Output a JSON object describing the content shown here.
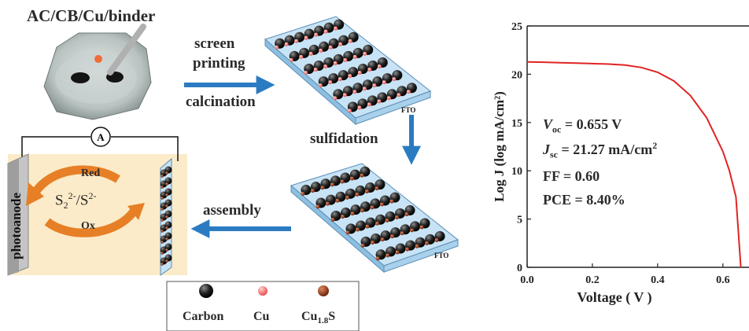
{
  "texts": {
    "top_label": "AC/CB/Cu/binder",
    "step1_line1": "screen",
    "step1_line2": "printing",
    "step1_line3": "calcination",
    "step2": "sulfidation",
    "step3": "assembly",
    "fto": "FTO",
    "photoanode": "photoanode",
    "ammeter": "A",
    "red": "Red",
    "ox": "Ox",
    "redox_S": "S",
    "redox_sub2": "2",
    "redox_sup2": "2-",
    "redox_slash": "/S",
    "redox_sup": "2-"
  },
  "legend": [
    {
      "label": "Carbon",
      "color": "#1a1a1a"
    },
    {
      "label": "Cu",
      "color": "#f07a78"
    },
    {
      "label": "Cu",
      "sub": "1.8",
      "tail": "S",
      "color": "#8a3418"
    }
  ],
  "metrics": [
    {
      "sym": "V",
      "sub": "oc",
      "text": " = 0.655 V"
    },
    {
      "sym": "J",
      "sub": "sc",
      "text": " = 21.27 mA/cm",
      "sup": "2"
    },
    {
      "text": "FF = 0.60"
    },
    {
      "text": "PCE = 8.40%"
    }
  ],
  "chart_data": {
    "type": "line",
    "xlabel": "Voltage ( V )",
    "ylabel": "Log J (log mA/cm²)",
    "xlim": [
      0.0,
      0.68
    ],
    "ylim": [
      0,
      25
    ],
    "x_ticks": [
      "0.0",
      "0.2",
      "0.4",
      "0.6"
    ],
    "y_ticks": [
      "0",
      "5",
      "10",
      "15",
      "20",
      "25"
    ],
    "series": [
      {
        "color": "#e02424",
        "points": [
          [
            0.0,
            21.27
          ],
          [
            0.05,
            21.25
          ],
          [
            0.1,
            21.2
          ],
          [
            0.15,
            21.15
          ],
          [
            0.2,
            21.1
          ],
          [
            0.25,
            21.05
          ],
          [
            0.3,
            20.95
          ],
          [
            0.35,
            20.7
          ],
          [
            0.4,
            20.2
          ],
          [
            0.45,
            19.3
          ],
          [
            0.5,
            17.8
          ],
          [
            0.55,
            15.5
          ],
          [
            0.6,
            12.0
          ],
          [
            0.62,
            10.0
          ],
          [
            0.64,
            7.3
          ],
          [
            0.655,
            0.0
          ]
        ]
      }
    ]
  },
  "colors": {
    "arrow": "#2b7bc2",
    "cell_bg": "#fbebc9",
    "curl": "#e77f26",
    "plate_top": "#c7e3f5",
    "plate_side": "#8dbfe0",
    "curve": "#e02424"
  }
}
